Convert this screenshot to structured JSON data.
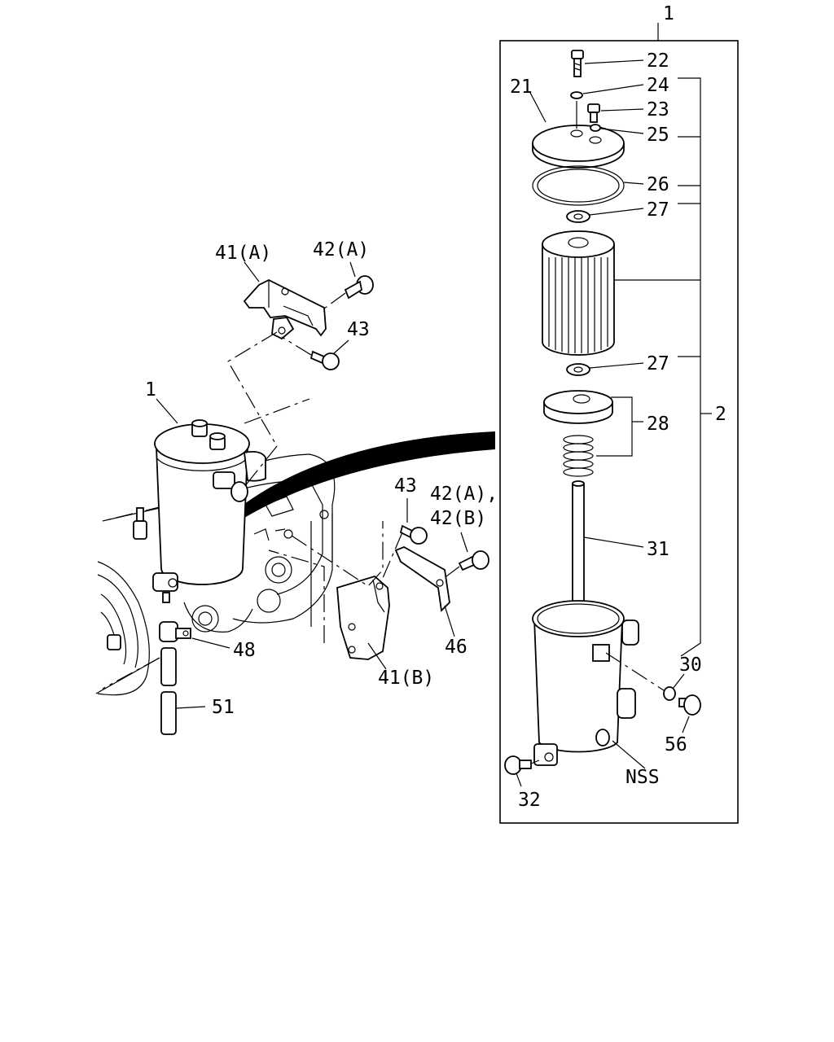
{
  "diagram": {
    "labels": {
      "p1_top": "1",
      "p22": "22",
      "p24": "24",
      "p21": "21",
      "p23": "23",
      "p25": "25",
      "p26": "26",
      "p27_a": "27",
      "p27_b": "27",
      "p28": "28",
      "p2": "2",
      "p31": "31",
      "p30": "30",
      "p56": "56",
      "pNSS": "NSS",
      "p32": "32",
      "p41a": "41(A)",
      "p42a": "42(A)",
      "p43_a": "43",
      "p1_left": "1",
      "p43_b": "43",
      "p42ab_1": "42(A),",
      "p42ab_2": "42(B)",
      "p48": "48",
      "p46": "46",
      "p41b": "41(B)",
      "p51": "51"
    }
  }
}
